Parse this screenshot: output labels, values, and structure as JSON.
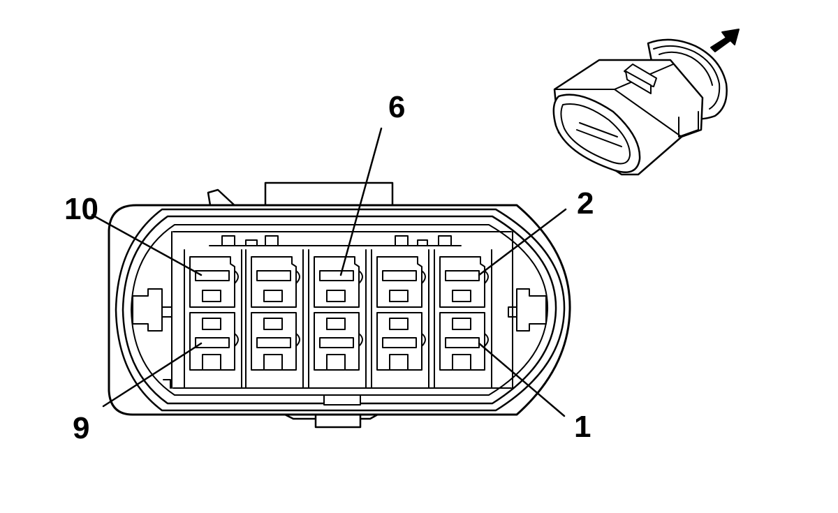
{
  "diagram": {
    "callouts": {
      "c10": "10",
      "c6": "6",
      "c2": "2",
      "c9": "9",
      "c1": "1"
    },
    "colors": {
      "line": "#000000",
      "background": "#ffffff"
    },
    "icons": [
      "connector-face-view",
      "connector-perspective-view",
      "arrow-direction-icon"
    ]
  }
}
